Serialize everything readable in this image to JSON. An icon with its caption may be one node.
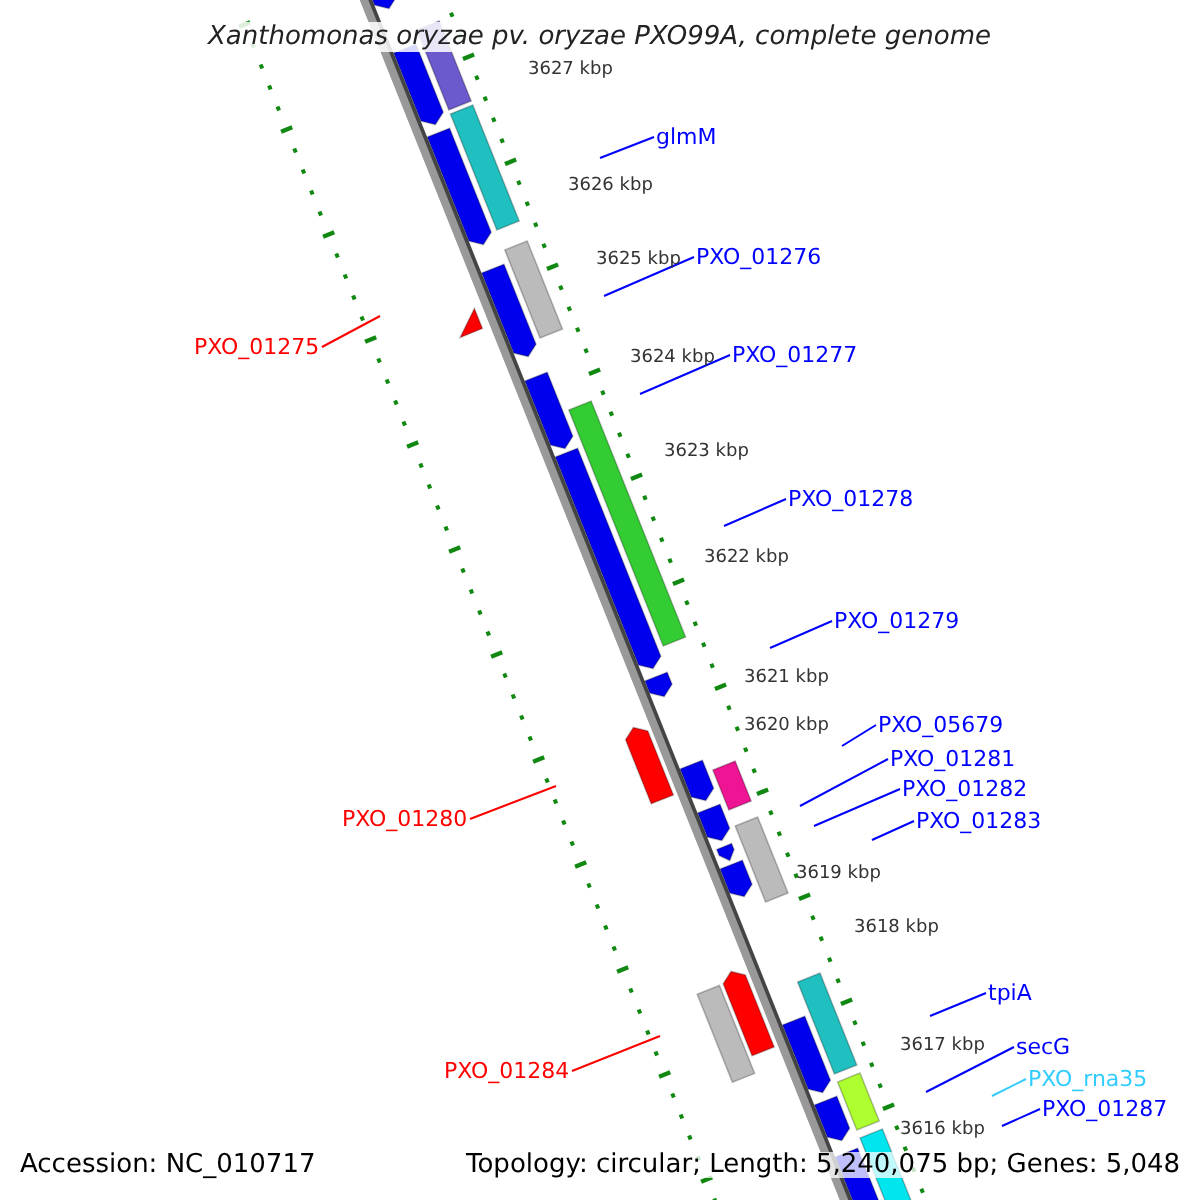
{
  "diagram": {
    "title": "Xanthomonas oryzae pv. oryzae PXO99A, complete genome",
    "nodes": [
      {
        "text": [
          "glmM"
        ]
      },
      {
        "text": [
          "PXO_01276"
        ]
      },
      {
        "text": [
          "PXO_01275"
        ]
      },
      {
        "text": [
          "PXO_01277"
        ]
      },
      {
        "text": [
          "PXO_01278"
        ]
      },
      {
        "text": [
          "PXO_01279"
        ]
      },
      {
        "text": [
          "PXO_05679"
        ]
      },
      {
        "text": [
          "PXO_01281"
        ]
      },
      {
        "text": [
          "PXO_01282"
        ]
      },
      {
        "text": [
          "PXO_01280"
        ]
      },
      {
        "text": [
          "PXO_01283"
        ]
      },
      {
        "text": [
          "tpiA"
        ]
      },
      {
        "text": [
          "secG"
        ]
      },
      {
        "text": [
          "PXO_01284"
        ]
      },
      {
        "text": [
          "PXO_rna35"
        ]
      },
      {
        "text": [
          "PXO_01287"
        ]
      }
    ],
    "edges": [
      {
        "from": 0,
        "to": null,
        "arrow": "none"
      },
      {
        "from": 1,
        "to": null,
        "arrow": "none"
      },
      {
        "from": 2,
        "to": null,
        "arrow": "none",
        "color": "#ff0000"
      },
      {
        "from": 3,
        "to": null,
        "arrow": "none"
      },
      {
        "from": 4,
        "to": null,
        "arrow": "none"
      },
      {
        "from": 5,
        "to": null,
        "arrow": "none"
      },
      {
        "from": 6,
        "to": null,
        "arrow": "none"
      },
      {
        "from": 7,
        "to": null,
        "arrow": "none"
      },
      {
        "from": 8,
        "to": null,
        "arrow": "none"
      },
      {
        "from": 9,
        "to": null,
        "arrow": "none",
        "color": "#ff0000"
      },
      {
        "from": 10,
        "to": null,
        "arrow": "none"
      },
      {
        "from": 11,
        "to": null,
        "arrow": "none"
      },
      {
        "from": 12,
        "to": null,
        "arrow": "none"
      },
      {
        "from": 13,
        "to": null,
        "arrow": "none",
        "color": "#ff0000"
      },
      {
        "from": 14,
        "to": null,
        "arrow": "none",
        "color": "#33ccff"
      },
      {
        "from": 15,
        "to": null,
        "arrow": "none"
      }
    ],
    "labels": [
      "3627 kbp",
      "3626 kbp",
      "3625 kbp",
      "3624 kbp",
      "3623 kbp",
      "3622 kbp",
      "3621 kbp",
      "3620 kbp",
      "3619 kbp",
      "3618 kbp",
      "3617 kbp",
      "3616 kbp",
      "Accession: NC_010717",
      "Topology: circular; Length: 5,240,075 bp; Genes: 5,048"
    ]
  }
}
